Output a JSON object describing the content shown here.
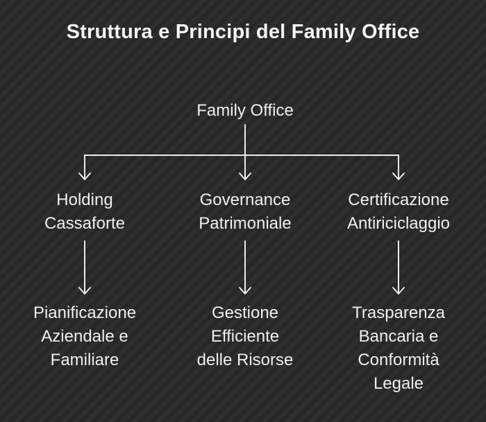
{
  "diagram": {
    "title": "Struttura e Principi del Family Office",
    "root": {
      "label": "Family Office"
    },
    "branches": [
      {
        "name_lines": [
          "Holding",
          "Cassaforte"
        ],
        "detail_lines": [
          "Pianificazione",
          "Aziendale e",
          "Familiare"
        ]
      },
      {
        "name_lines": [
          "Governance",
          "Patrimoniale"
        ],
        "detail_lines": [
          "Gestione",
          "Efficiente",
          "delle Risorse"
        ]
      },
      {
        "name_lines": [
          "Certificazione",
          "Antiriciclaggio"
        ],
        "detail_lines": [
          "Trasparenza",
          "Bancaria e",
          "Conformità",
          "Legale"
        ]
      }
    ],
    "colors": {
      "background": "#2b2b2b",
      "text": "#f2f2f2",
      "connector": "#ececec"
    }
  }
}
